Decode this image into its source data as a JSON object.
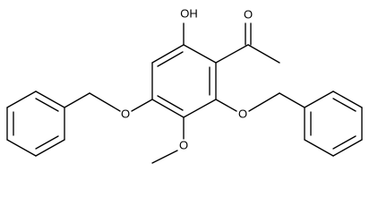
{
  "molecule": {
    "labels": {
      "hydroxyl": "OH",
      "carbonyl_oxygen": "O",
      "ether_oxygen_left": "O",
      "ether_oxygen_right": "O",
      "methoxy_oxygen": "O"
    }
  }
}
